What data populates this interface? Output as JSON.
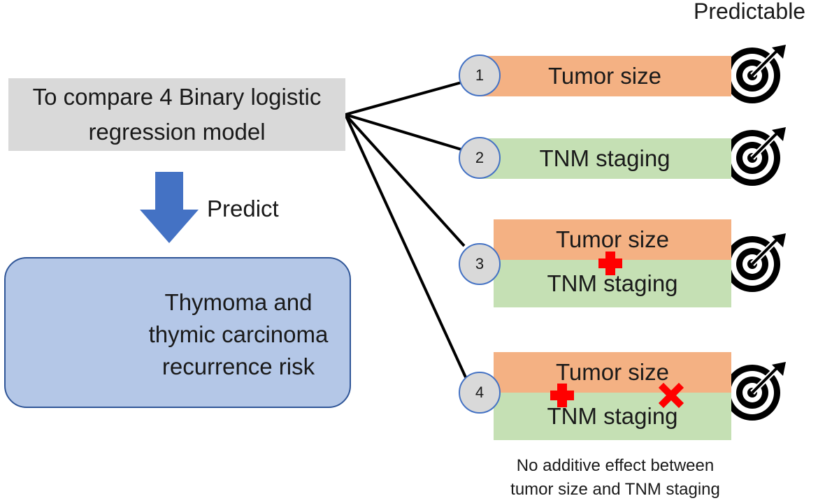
{
  "compare_box": {
    "line1": "To compare 4 Binary logistic",
    "line2": "regression model"
  },
  "predict_label": "Predict",
  "outcome": {
    "line1": "Thymoma and",
    "line2": "thymic carcinoma",
    "line3": "recurrence risk"
  },
  "predictable_label": "Predictable",
  "models": [
    {
      "number": "1",
      "top_label": "Tumor size"
    },
    {
      "number": "2",
      "bottom_label": "TNM staging"
    },
    {
      "number": "3",
      "top_label": "Tumor size",
      "bottom_label": "TNM staging"
    },
    {
      "number": "4",
      "top_label": "Tumor size",
      "bottom_label": "TNM staging"
    }
  ],
  "note": {
    "line1": "No additive effect between",
    "line2": "tumor size and TNM staging"
  },
  "colors": {
    "orange": "#f4b183",
    "green": "#c5e0b4",
    "gray": "#d9d9d9",
    "blue_box": "#b4c7e7",
    "arrow_blue": "#4472c4",
    "red": "#ff0000"
  },
  "icons": [
    "down-arrow-icon",
    "lungs-icon",
    "target-icon",
    "plus-icon",
    "cross-icon"
  ]
}
